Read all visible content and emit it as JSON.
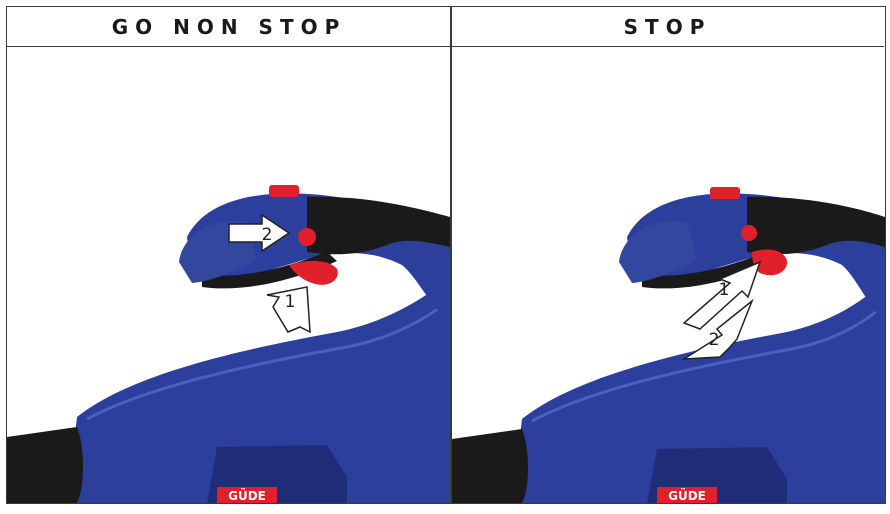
{
  "panels": [
    {
      "title": "GO NON STOP",
      "step_labels": [
        "2",
        "1"
      ]
    },
    {
      "title": "STOP",
      "step_labels": [
        "1",
        "2"
      ]
    }
  ],
  "brand": {
    "logo_text": "GÜDE"
  },
  "colors": {
    "body_blue": "#2c3f9c",
    "dark_blue": "#1f2d78",
    "handle_black": "#1a1a1a",
    "trigger_red": "#e0202a",
    "outline": "#3a3a3a"
  },
  "icons": [
    "arrow-right-icon",
    "arrow-up-icon",
    "arrow-diagonal-icon"
  ]
}
